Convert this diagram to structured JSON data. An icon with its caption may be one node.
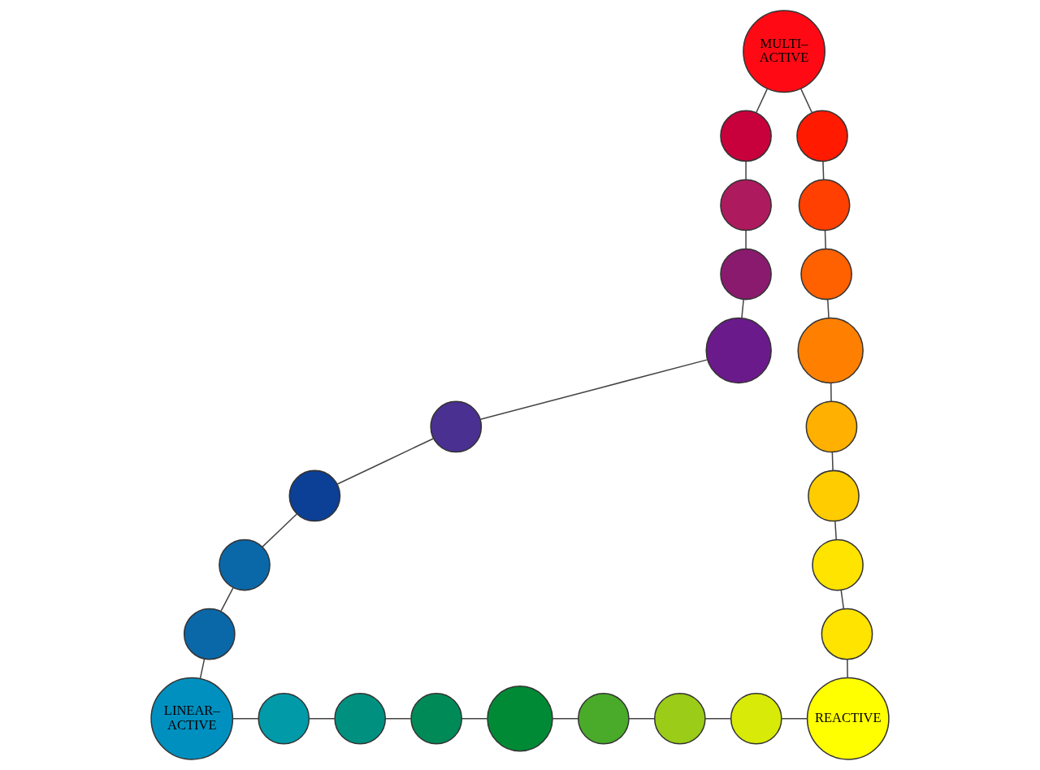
{
  "diagram": {
    "nodes": [
      {
        "text": [
          "MULTI– ACTIVE"
        ]
      },
      {
        "text": [],
        "shape": "circle"
      },
      {
        "text": [],
        "shape": "circle"
      },
      {
        "text": [],
        "shape": "circle"
      },
      {
        "text": [],
        "shape": "circle"
      },
      {
        "text": [],
        "shape": "circle"
      },
      {
        "text": [],
        "shape": "circle"
      },
      {
        "text": [],
        "shape": "circle"
      },
      {
        "text": [],
        "shape": "circle"
      },
      {
        "text": [],
        "shape": "circle"
      },
      {
        "text": [],
        "shape": "circle"
      },
      {
        "text": [],
        "shape": "circle"
      },
      {
        "text": [],
        "shape": "circle"
      },
      {
        "text": [],
        "shape": "circle"
      },
      {
        "text": [],
        "shape": "circle"
      },
      {
        "text": [],
        "shape": "circle"
      },
      {
        "text": [],
        "shape": "circle"
      },
      {
        "text": [
          "LINEAR– ACTIVE"
        ]
      },
      {
        "text": [],
        "shape": "circle"
      },
      {
        "text": [],
        "shape": "circle"
      },
      {
        "text": [],
        "shape": "circle"
      },
      {
        "text": [],
        "shape": "circle"
      },
      {
        "text": [],
        "shape": "circle"
      },
      {
        "text": [],
        "shape": "circle"
      },
      {
        "text": [],
        "shape": "circle"
      },
      {
        "text": [
          "REACTIVE"
        ]
      }
    ],
    "edges": [
      {
        "from": 0,
        "to": 1,
        "arrow": "none"
      },
      {
        "from": 1,
        "to": 2,
        "arrow": "none"
      },
      {
        "from": 2,
        "to": 3,
        "arrow": "none"
      },
      {
        "from": 3,
        "to": 4,
        "arrow": "none"
      },
      {
        "from": 4,
        "to": 5,
        "arrow": "none"
      },
      {
        "from": 5,
        "to": 6,
        "arrow": "none"
      },
      {
        "from": 6,
        "to": 7,
        "arrow": "none"
      },
      {
        "from": 7,
        "to": 8,
        "arrow": "none"
      },
      {
        "from": 8,
        "to": 17,
        "arrow": "none"
      },
      {
        "from": 0,
        "to": 9,
        "arrow": "none"
      },
      {
        "from": 9,
        "to": 10,
        "arrow": "none"
      },
      {
        "from": 10,
        "to": 11,
        "arrow": "none"
      },
      {
        "from": 11,
        "to": 12,
        "arrow": "none"
      },
      {
        "from": 12,
        "to": 13,
        "arrow": "none"
      },
      {
        "from": 13,
        "to": 14,
        "arrow": "none"
      },
      {
        "from": 14,
        "to": 15,
        "arrow": "none"
      },
      {
        "from": 15,
        "to": 16,
        "arrow": "none"
      },
      {
        "from": 16,
        "to": 25,
        "arrow": "none"
      },
      {
        "from": 17,
        "to": 18,
        "arrow": "none"
      },
      {
        "from": 18,
        "to": 19,
        "arrow": "none"
      },
      {
        "from": 19,
        "to": 20,
        "arrow": "none"
      },
      {
        "from": 20,
        "to": 21,
        "arrow": "none"
      },
      {
        "from": 21,
        "to": 22,
        "arrow": "none"
      },
      {
        "from": 22,
        "to": 23,
        "arrow": "none"
      },
      {
        "from": 23,
        "to": 24,
        "arrow": "none"
      },
      {
        "from": 24,
        "to": 25,
        "arrow": "none"
      }
    ]
  }
}
